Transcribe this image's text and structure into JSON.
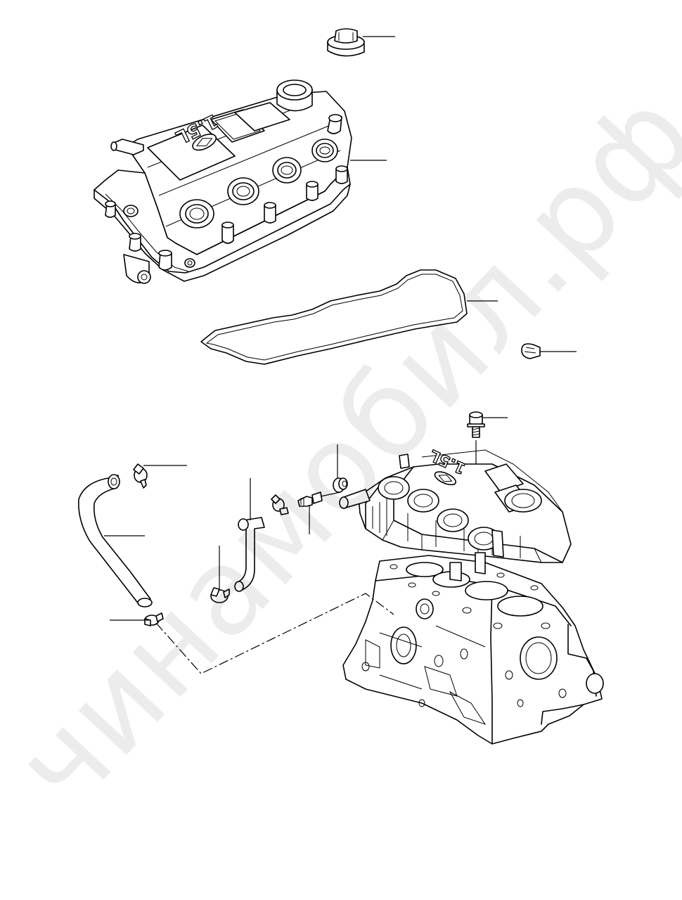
{
  "cover_emblem": {
    "text": "1.5L"
  },
  "block_emblem": {
    "text": "1.5L"
  },
  "watermark": {
    "text": "чинамобил.рф",
    "color": "#000000"
  },
  "callout_numbers": []
}
